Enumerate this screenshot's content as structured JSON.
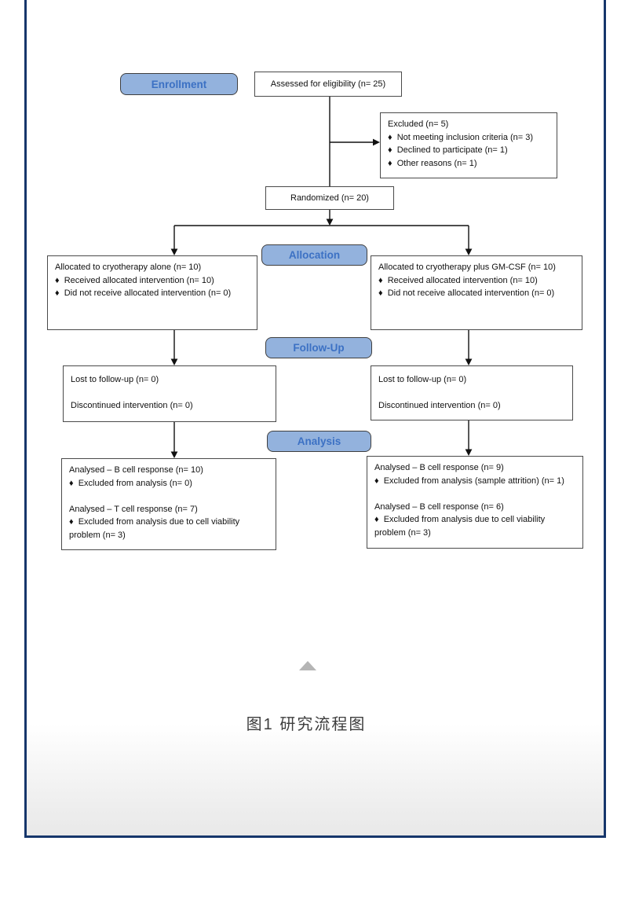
{
  "figure": {
    "caption": "图1 研究流程图",
    "stage_labels": {
      "enrollment": "Enrollment",
      "allocation": "Allocation",
      "followup": "Follow-Up",
      "analysis": "Analysis"
    },
    "boxes": {
      "assessed": {
        "text": "Assessed for eligibility (n= 25)"
      },
      "excluded": {
        "lines": [
          "Excluded (n= 5)",
          "♦  Not meeting inclusion criteria (n= 3)",
          "♦  Declined to participate (n= 1)",
          "♦  Other reasons (n= 1)"
        ]
      },
      "randomized": {
        "text": "Randomized (n= 20)"
      },
      "alloc_left": {
        "lines": [
          "Allocated to cryotherapy alone (n= 10)",
          "♦  Received allocated intervention (n= 10)",
          "♦  Did not receive allocated intervention (n= 0)"
        ]
      },
      "alloc_right": {
        "lines": [
          "Allocated to cryotherapy plus GM-CSF (n= 10)",
          "♦  Received allocated intervention (n= 10)",
          "♦  Did not receive allocated intervention (n= 0)"
        ]
      },
      "fu_left": {
        "lines": [
          "Lost to follow-up (n= 0)",
          "",
          "Discontinued intervention (n= 0)"
        ]
      },
      "fu_right": {
        "lines": [
          "Lost to follow-up (n= 0)",
          "",
          "Discontinued intervention (n= 0)"
        ]
      },
      "an_left": {
        "lines": [
          "Analysed – B cell response (n= 10)",
          "♦  Excluded from analysis (n= 0)",
          "",
          "Analysed – T cell response (n= 7)",
          "♦  Excluded from analysis due to cell viability problem (n= 3)"
        ]
      },
      "an_right": {
        "lines": [
          "Analysed – B cell response (n= 9)",
          "♦  Excluded from analysis (sample attrition) (n= 1)",
          "",
          "Analysed – B cell response (n= 6)",
          "♦  Excluded from analysis due to cell viability problem (n= 3)"
        ]
      }
    },
    "colors": {
      "frame_border": "#16366b",
      "stage_fill": "#93b2dd",
      "stage_text": "#3c71c4",
      "box_border": "#4a4a4a",
      "connector": "#111111",
      "triangle": "#b5b5b5"
    }
  }
}
